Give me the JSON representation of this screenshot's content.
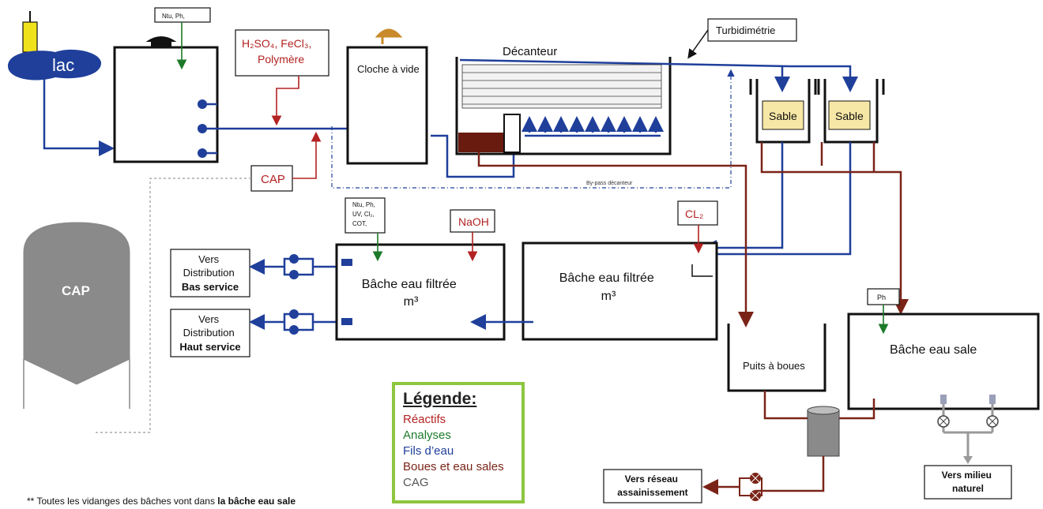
{
  "labels": {
    "lac": "lac",
    "analyses_top": "Ntu, Ph,",
    "reagents_top": [
      "H₂SO₄, FeCl₃,",
      "Polymère"
    ],
    "cloche": "Cloche à vide",
    "decanteur": "Décanteur",
    "turbidimetrie": "Turbidimétrie",
    "sable_1": "Sable",
    "sable_2": "Sable",
    "cap_reagent": "CAP",
    "bypass": "By-pass décanteur",
    "cap_silo": "CAP",
    "analyses_mid": [
      "Ntu, Ph,",
      "UV, Cl₂,",
      "COT,"
    ],
    "naoh": "NaOH",
    "cl2": "CL₂",
    "bache_filtree_1": [
      "Bâche eau filtrée",
      "m³"
    ],
    "bache_filtree_2": [
      "Bâche eau filtrée",
      "m³"
    ],
    "vers_bas": [
      "Vers",
      "Distribution",
      "Bas service"
    ],
    "vers_haut": [
      "Vers",
      "Distribution",
      "Haut service"
    ],
    "puits": "Puits à boues",
    "ph": "Ph",
    "bache_sale": "Bâche eau sale",
    "vers_reseau": [
      "Vers réseau",
      "assainissement"
    ],
    "vers_milieu": [
      "Vers milieu",
      "naturel"
    ]
  },
  "legend": {
    "title": "Légende:",
    "items": [
      {
        "label": "Réactifs",
        "color": "#b32222"
      },
      {
        "label": "Analyses",
        "color": "#1d7a2a"
      },
      {
        "label": "Fils d’eau",
        "color": "#1f3f9a"
      },
      {
        "label": "Boues et eau sales",
        "color": "#7a2418"
      },
      {
        "label": "CAG",
        "color": "#555555"
      }
    ]
  },
  "footnote": {
    "prefix": "** Toutes les vidanges des bâches vont dans ",
    "bold": "la bâche eau sale"
  },
  "colors": {
    "reactifs": "#b32222",
    "analyses": "#1d7a2a",
    "fils_eau": "#1f3f9a",
    "boues": "#7a2418",
    "sable_fill": "#f7e7a6",
    "silo_fill": "#8a8a8a"
  }
}
